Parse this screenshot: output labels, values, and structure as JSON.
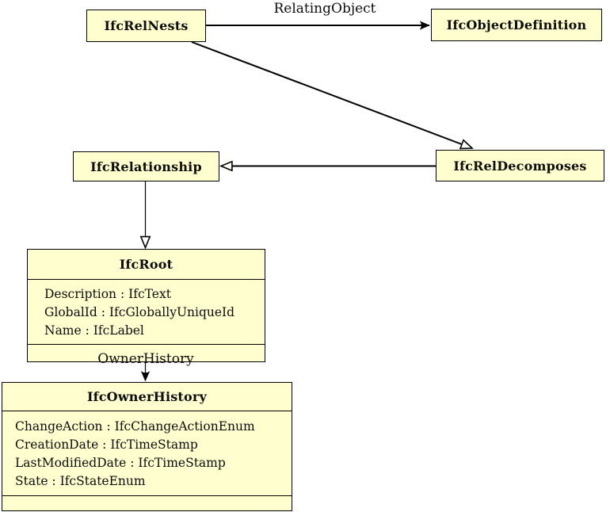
{
  "diagram": {
    "type": "uml-class-diagram",
    "colors": {
      "node_fill": "#FEFECE",
      "node_border": "#000000",
      "edge": "#000000",
      "background": "#ffffff"
    },
    "nodes": {
      "ifcRelNests": {
        "title": "IfcRelNests"
      },
      "ifcObjectDefinition": {
        "title": "IfcObjectDefinition"
      },
      "ifcRelationship": {
        "title": "IfcRelationship"
      },
      "ifcRelDecomposes": {
        "title": "IfcRelDecomposes"
      },
      "ifcRoot": {
        "title": "IfcRoot",
        "attributes": [
          "Description : IfcText",
          "GlobalId : IfcGloballyUniqueId",
          "Name : IfcLabel"
        ]
      },
      "ifcOwnerHistory": {
        "title": "IfcOwnerHistory",
        "attributes": [
          "ChangeAction : IfcChangeActionEnum",
          "CreationDate : IfcTimeStamp",
          "LastModifiedDate : IfcTimeStamp",
          "State : IfcStateEnum"
        ]
      }
    },
    "edges": {
      "relating_object": {
        "label": "RelatingObject",
        "from": "IfcRelNests",
        "to": "IfcObjectDefinition",
        "kind": "association-arrow"
      },
      "nests_to_decomposes": {
        "from": "IfcRelNests",
        "to": "IfcRelDecomposes",
        "kind": "generalization"
      },
      "decomposes_to_relationship": {
        "from": "IfcRelDecomposes",
        "to": "IfcRelationship",
        "kind": "generalization"
      },
      "relationship_to_root": {
        "from": "IfcRelationship",
        "to": "IfcRoot",
        "kind": "generalization"
      },
      "owner_history": {
        "label": "OwnerHistory",
        "from": "IfcRoot",
        "to": "IfcOwnerHistory",
        "kind": "association-arrow"
      }
    }
  }
}
